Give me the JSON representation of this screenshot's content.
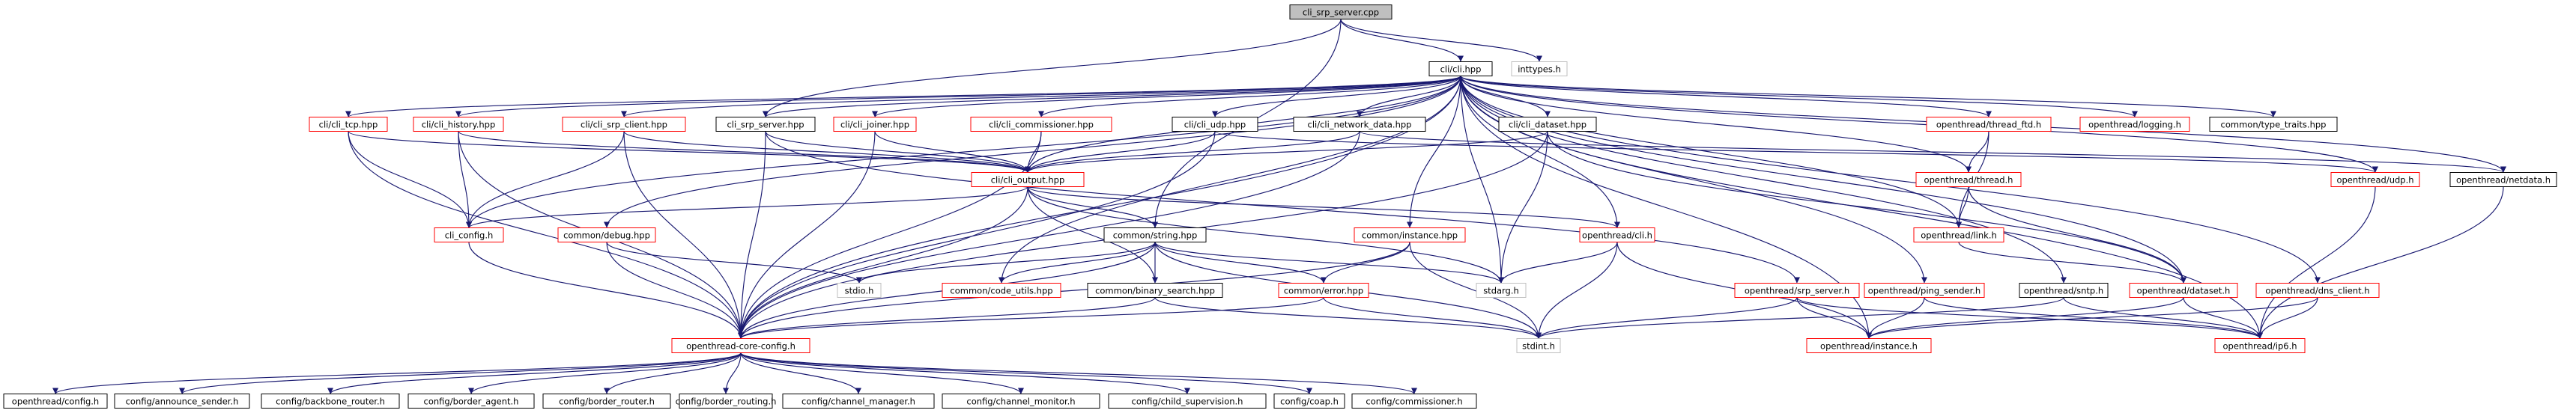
{
  "graph": {
    "edge_color": "#191970",
    "colors": {
      "root": "#bfbfbf",
      "normal": "#000000",
      "link": "#ff0000",
      "external": "#bfbfbf"
    },
    "nodes": [
      {
        "id": "root",
        "label": "cli_srp_server.cpp",
        "kind": "root"
      },
      {
        "id": "inttypes",
        "label": "inttypes.h",
        "kind": "external"
      },
      {
        "id": "cli",
        "label": "cli/cli.hpp",
        "kind": "normal"
      },
      {
        "id": "cli_tcp",
        "label": "cli/cli_tcp.hpp",
        "kind": "link"
      },
      {
        "id": "cli_history",
        "label": "cli/cli_history.hpp",
        "kind": "link"
      },
      {
        "id": "cli_srp_client",
        "label": "cli/cli_srp_client.hpp",
        "kind": "link"
      },
      {
        "id": "cli_srp_server",
        "label": "cli_srp_server.hpp",
        "kind": "normal"
      },
      {
        "id": "cli_joiner",
        "label": "cli/cli_joiner.hpp",
        "kind": "link"
      },
      {
        "id": "cli_commissioner",
        "label": "cli/cli_commissioner.hpp",
        "kind": "link"
      },
      {
        "id": "cli_udp",
        "label": "cli/cli_udp.hpp",
        "kind": "normal"
      },
      {
        "id": "cli_network_data",
        "label": "cli/cli_network_data.hpp",
        "kind": "normal"
      },
      {
        "id": "cli_dataset",
        "label": "cli/cli_dataset.hpp",
        "kind": "normal"
      },
      {
        "id": "ot_thread_ftd",
        "label": "openthread/thread_ftd.h",
        "kind": "link"
      },
      {
        "id": "ot_logging",
        "label": "openthread/logging.h",
        "kind": "link"
      },
      {
        "id": "type_traits",
        "label": "common/type_traits.hpp",
        "kind": "normal"
      },
      {
        "id": "cli_output",
        "label": "cli/cli_output.hpp",
        "kind": "link"
      },
      {
        "id": "ot_thread",
        "label": "openthread/thread.h",
        "kind": "link"
      },
      {
        "id": "ot_udp",
        "label": "openthread/udp.h",
        "kind": "link"
      },
      {
        "id": "ot_netdata",
        "label": "openthread/netdata.h",
        "kind": "normal"
      },
      {
        "id": "cli_config",
        "label": "cli_config.h",
        "kind": "link"
      },
      {
        "id": "common_debug",
        "label": "common/debug.hpp",
        "kind": "link"
      },
      {
        "id": "common_string",
        "label": "common/string.hpp",
        "kind": "normal"
      },
      {
        "id": "common_instance",
        "label": "common/instance.hpp",
        "kind": "link"
      },
      {
        "id": "ot_cli",
        "label": "openthread/cli.h",
        "kind": "link"
      },
      {
        "id": "ot_link",
        "label": "openthread/link.h",
        "kind": "link"
      },
      {
        "id": "stdio",
        "label": "stdio.h",
        "kind": "external"
      },
      {
        "id": "code_utils",
        "label": "common/code_utils.hpp",
        "kind": "link"
      },
      {
        "id": "binary_search",
        "label": "common/binary_search.hpp",
        "kind": "normal"
      },
      {
        "id": "common_error",
        "label": "common/error.hpp",
        "kind": "link"
      },
      {
        "id": "stdarg",
        "label": "stdarg.h",
        "kind": "external"
      },
      {
        "id": "ot_srp_server",
        "label": "openthread/srp_server.h",
        "kind": "link"
      },
      {
        "id": "ot_ping_sender",
        "label": "openthread/ping_sender.h",
        "kind": "link"
      },
      {
        "id": "ot_sntp",
        "label": "openthread/sntp.h",
        "kind": "normal"
      },
      {
        "id": "ot_dataset",
        "label": "openthread/dataset.h",
        "kind": "link"
      },
      {
        "id": "ot_dns_client",
        "label": "openthread/dns_client.h",
        "kind": "link"
      },
      {
        "id": "ot_core_config",
        "label": "openthread-core-config.h",
        "kind": "link"
      },
      {
        "id": "stdint",
        "label": "stdint.h",
        "kind": "external"
      },
      {
        "id": "ot_instance",
        "label": "openthread/instance.h",
        "kind": "link"
      },
      {
        "id": "ot_ip6",
        "label": "openthread/ip6.h",
        "kind": "link"
      },
      {
        "id": "ot_config",
        "label": "openthread/config.h",
        "kind": "normal"
      },
      {
        "id": "cfg_announce",
        "label": "config/announce_sender.h",
        "kind": "normal"
      },
      {
        "id": "cfg_backbone",
        "label": "config/backbone_router.h",
        "kind": "normal"
      },
      {
        "id": "cfg_border_agent",
        "label": "config/border_agent.h",
        "kind": "normal"
      },
      {
        "id": "cfg_border_router",
        "label": "config/border_router.h",
        "kind": "normal"
      },
      {
        "id": "cfg_border_routing",
        "label": "config/border_routing.h",
        "kind": "normal"
      },
      {
        "id": "cfg_channel_manager",
        "label": "config/channel_manager.h",
        "kind": "normal"
      },
      {
        "id": "cfg_channel_monitor",
        "label": "config/channel_monitor.h",
        "kind": "normal"
      },
      {
        "id": "cfg_child_supervision",
        "label": "config/child_supervision.h",
        "kind": "normal"
      },
      {
        "id": "cfg_coap",
        "label": "config/coap.h",
        "kind": "normal"
      },
      {
        "id": "cfg_commissioner",
        "label": "config/commissioner.h",
        "kind": "normal"
      }
    ],
    "edges": [
      [
        "root",
        "cli"
      ],
      [
        "root",
        "inttypes"
      ],
      [
        "root",
        "cli_srp_server"
      ],
      [
        "root",
        "common_string"
      ],
      [
        "cli",
        "cli_tcp"
      ],
      [
        "cli",
        "cli_history"
      ],
      [
        "cli",
        "cli_srp_client"
      ],
      [
        "cli",
        "cli_srp_server"
      ],
      [
        "cli",
        "cli_joiner"
      ],
      [
        "cli",
        "cli_commissioner"
      ],
      [
        "cli",
        "cli_udp"
      ],
      [
        "cli",
        "cli_network_data"
      ],
      [
        "cli",
        "cli_dataset"
      ],
      [
        "cli",
        "ot_thread_ftd"
      ],
      [
        "cli",
        "ot_logging"
      ],
      [
        "cli",
        "type_traits"
      ],
      [
        "cli",
        "cli_output"
      ],
      [
        "cli",
        "ot_thread"
      ],
      [
        "cli",
        "ot_udp"
      ],
      [
        "cli",
        "ot_netdata"
      ],
      [
        "cli",
        "cli_config"
      ],
      [
        "cli",
        "common_debug"
      ],
      [
        "cli",
        "code_utils"
      ],
      [
        "cli",
        "common_instance"
      ],
      [
        "cli",
        "ot_cli"
      ],
      [
        "cli",
        "ot_link"
      ],
      [
        "cli",
        "stdarg"
      ],
      [
        "cli",
        "ot_ping_sender"
      ],
      [
        "cli",
        "ot_sntp"
      ],
      [
        "cli",
        "ot_dataset"
      ],
      [
        "cli",
        "ot_dns_client"
      ],
      [
        "cli",
        "ot_core_config"
      ],
      [
        "cli",
        "ot_instance"
      ],
      [
        "cli",
        "ot_ip6"
      ],
      [
        "cli_tcp",
        "cli_config"
      ],
      [
        "cli_tcp",
        "cli_output"
      ],
      [
        "cli_tcp",
        "ot_core_config"
      ],
      [
        "cli_history",
        "cli_config"
      ],
      [
        "cli_history",
        "cli_output"
      ],
      [
        "cli_history",
        "ot_core_config"
      ],
      [
        "cli_srp_client",
        "cli_config"
      ],
      [
        "cli_srp_client",
        "cli_output"
      ],
      [
        "cli_srp_client",
        "ot_core_config"
      ],
      [
        "cli_srp_server",
        "cli_output"
      ],
      [
        "cli_srp_server",
        "ot_srp_server"
      ],
      [
        "cli_srp_server",
        "ot_core_config"
      ],
      [
        "cli_joiner",
        "cli_output"
      ],
      [
        "cli_joiner",
        "ot_core_config"
      ],
      [
        "cli_commissioner",
        "cli_output"
      ],
      [
        "cli_commissioner",
        "ot_core_config"
      ],
      [
        "cli_udp",
        "cli_output"
      ],
      [
        "cli_udp",
        "ot_udp"
      ],
      [
        "cli_udp",
        "ot_core_config"
      ],
      [
        "cli_network_data",
        "cli_output"
      ],
      [
        "cli_network_data",
        "ot_netdata"
      ],
      [
        "cli_network_data",
        "ot_core_config"
      ],
      [
        "cli_dataset",
        "cli_output"
      ],
      [
        "cli_dataset",
        "stdarg"
      ],
      [
        "cli_dataset",
        "ot_dataset"
      ],
      [
        "cli_dataset",
        "ot_core_config"
      ],
      [
        "ot_thread_ftd",
        "ot_thread"
      ],
      [
        "ot_thread_ftd",
        "ot_link"
      ],
      [
        "ot_thread",
        "ot_link"
      ],
      [
        "ot_thread",
        "ot_dataset"
      ],
      [
        "ot_link",
        "ot_dataset"
      ],
      [
        "cli_output",
        "cli_config"
      ],
      [
        "cli_output",
        "common_string"
      ],
      [
        "cli_output",
        "binary_search"
      ],
      [
        "cli_output",
        "ot_cli"
      ],
      [
        "cli_output",
        "stdarg"
      ],
      [
        "cli_output",
        "ot_core_config"
      ],
      [
        "ot_udp",
        "ot_ip6"
      ],
      [
        "ot_netdata",
        "ot_ip6"
      ],
      [
        "cli_config",
        "ot_core_config"
      ],
      [
        "common_debug",
        "stdio"
      ],
      [
        "common_debug",
        "ot_core_config"
      ],
      [
        "common_string",
        "stdio"
      ],
      [
        "common_string",
        "code_utils"
      ],
      [
        "common_string",
        "binary_search"
      ],
      [
        "common_string",
        "common_error"
      ],
      [
        "common_string",
        "stdarg"
      ],
      [
        "common_string",
        "stdint"
      ],
      [
        "common_string",
        "ot_core_config"
      ],
      [
        "common_instance",
        "common_error"
      ],
      [
        "common_instance",
        "stdint"
      ],
      [
        "common_instance",
        "ot_core_config"
      ],
      [
        "ot_cli",
        "stdarg"
      ],
      [
        "ot_cli",
        "stdint"
      ],
      [
        "ot_cli",
        "ot_instance"
      ],
      [
        "binary_search",
        "stdint"
      ],
      [
        "binary_search",
        "ot_core_config"
      ],
      [
        "common_error",
        "stdint"
      ],
      [
        "common_error",
        "ot_core_config"
      ],
      [
        "ot_srp_server",
        "stdint"
      ],
      [
        "ot_srp_server",
        "ot_instance"
      ],
      [
        "ot_srp_server",
        "ot_ip6"
      ],
      [
        "ot_ping_sender",
        "ot_instance"
      ],
      [
        "ot_ping_sender",
        "ot_ip6"
      ],
      [
        "ot_sntp",
        "stdint"
      ],
      [
        "ot_sntp",
        "ot_ip6"
      ],
      [
        "ot_dataset",
        "ot_instance"
      ],
      [
        "ot_dataset",
        "ot_ip6"
      ],
      [
        "ot_dns_client",
        "ot_instance"
      ],
      [
        "ot_dns_client",
        "ot_ip6"
      ],
      [
        "ot_core_config",
        "ot_config"
      ],
      [
        "ot_core_config",
        "cfg_announce"
      ],
      [
        "ot_core_config",
        "cfg_backbone"
      ],
      [
        "ot_core_config",
        "cfg_border_agent"
      ],
      [
        "ot_core_config",
        "cfg_border_router"
      ],
      [
        "ot_core_config",
        "cfg_border_routing"
      ],
      [
        "ot_core_config",
        "cfg_channel_manager"
      ],
      [
        "ot_core_config",
        "cfg_channel_monitor"
      ],
      [
        "ot_core_config",
        "cfg_child_supervision"
      ],
      [
        "ot_core_config",
        "cfg_coap"
      ],
      [
        "ot_core_config",
        "cfg_commissioner"
      ]
    ]
  }
}
